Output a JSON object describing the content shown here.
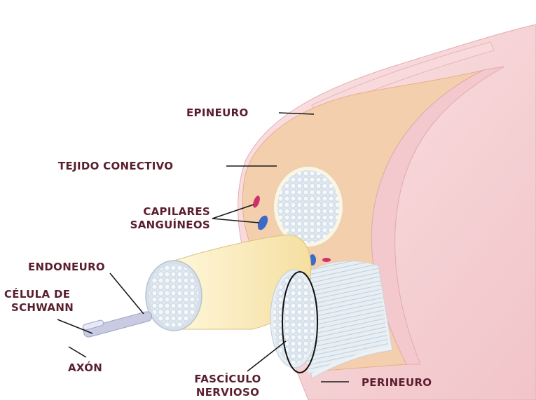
{
  "colors": {
    "label": "#5a1f2e",
    "nerve_skin": "#f6d5d7",
    "connective_tissue": "#f3cfae",
    "fascicle": "#fdf2c8",
    "fiber": "#e6eef5",
    "capillary_blue": "#3c6bc7",
    "capillary_red": "#d0306a",
    "leader_line": "#1a1a1a"
  },
  "labels": {
    "epineuro": "EPINEURO",
    "tejido_conectivo": "TEJIDO CONECTIVO",
    "capilares": [
      "CAPILARES",
      "SANGUÍNEOS"
    ],
    "endoneuro": "ENDONEURO",
    "celula_schwann": [
      "CÉLULA DE",
      "SCHWANN"
    ],
    "axon": "AXÓN",
    "fasciculo": [
      "FASCÍCULO",
      "NERVIOSO"
    ],
    "perineuro": "PERINEURO"
  }
}
